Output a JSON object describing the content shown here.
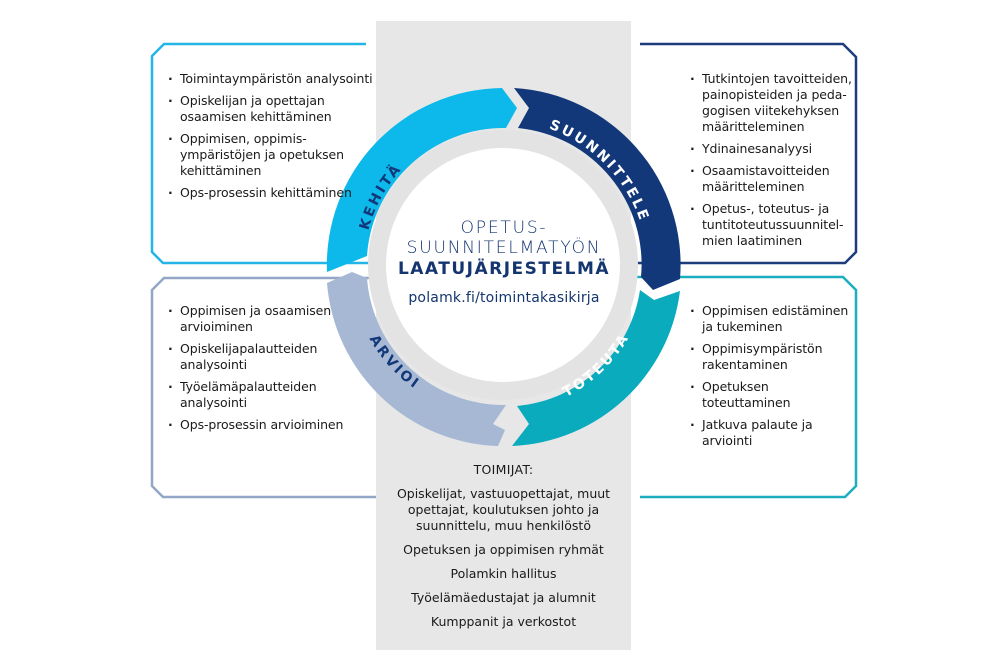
{
  "colors": {
    "kehita": "#0db8ea",
    "suunnittele": "#12387a",
    "toteuta": "#0aabbd",
    "arvioi": "#a6b8d4",
    "gray_column": "#e7e7e7",
    "center_text": "#14356f",
    "box_kehita_border": "#22b5e6",
    "box_suunnittele_border": "#1c3c7c",
    "box_arvioi_border": "#92a6c6",
    "box_toteuta_border": "#1aaebe"
  },
  "center": {
    "line1": "OPETUS-",
    "line2": "SUUNNITELMATYÖN",
    "line3": "LAATUJÄRJESTELMÄ",
    "url": "polamk.fi/toimintakasikirja"
  },
  "cycle": {
    "segments": [
      {
        "id": "kehita",
        "label": "KEHITÄ"
      },
      {
        "id": "suunnittele",
        "label": "SUUNNITTELE"
      },
      {
        "id": "toteuta",
        "label": "TOTEUTA"
      },
      {
        "id": "arvioi",
        "label": "ARVIOI"
      }
    ]
  },
  "boxes": {
    "kehita": {
      "items": [
        "Toimintaympäristön analysointi",
        "Opiskelijan ja opettajan osaamisen kehittäminen",
        "Oppimisen, oppimis-ympäristöjen ja opetuksen kehittäminen",
        "Ops-prosessin kehittäminen"
      ]
    },
    "suunnittele": {
      "items": [
        "Tutkintojen tavoitteiden, painopisteiden ja peda-gogisen viitekehyksen määritteleminen",
        "Ydinainesanalyysi",
        "Osaamistavoitteiden määritteleminen",
        "Opetus-, toteutus- ja tuntitoteutussuunnitel-mien laatiminen"
      ]
    },
    "arvioi": {
      "items": [
        "Oppimisen ja osaamisen arvioiminen",
        "Opiskelijapalautteiden analysointi",
        "Työelämäpalautteiden analysointi",
        "Ops-prosessin arvioiminen"
      ]
    },
    "toteuta": {
      "items": [
        "Oppimisen edistäminen ja tukeminen",
        "Oppimisympäristön rakentaminen",
        "Opetuksen toteuttaminen",
        "Jatkuva palaute ja arviointi"
      ]
    }
  },
  "actors": {
    "title": "TOIMIJAT:",
    "items": [
      "Opiskelijat, vastuuopettajat, muut opettajat, koulutuksen johto ja suunnittelu, muu henkilöstö",
      "Opetuksen ja oppimisen ryhmät",
      "Polamkin hallitus",
      "Työelämäedustajat ja alumnit",
      "Kumppanit ja verkostot"
    ]
  }
}
